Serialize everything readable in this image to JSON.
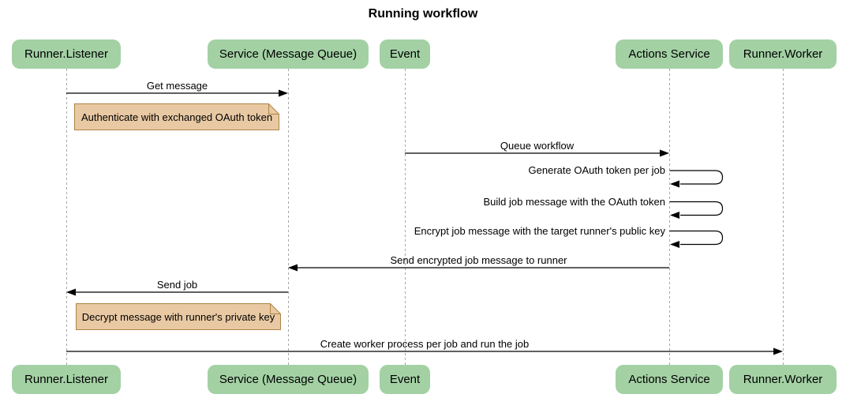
{
  "diagram": {
    "type": "sequence",
    "title": "Running workflow",
    "participants": [
      {
        "name": "Runner.Listener"
      },
      {
        "name": "Service (Message Queue)"
      },
      {
        "name": "Event"
      },
      {
        "name": "Actions Service"
      },
      {
        "name": "Runner.Worker"
      }
    ],
    "messages": [
      {
        "kind": "message",
        "from": "Runner.Listener",
        "to": "Service (Message Queue)",
        "label": "Get message"
      },
      {
        "kind": "note",
        "over": "Runner.Listener",
        "label": "Authenticate with exchanged OAuth token"
      },
      {
        "kind": "message",
        "from": "Event",
        "to": "Actions Service",
        "label": "Queue workflow"
      },
      {
        "kind": "self",
        "participant": "Actions Service",
        "label": "Generate OAuth token per job"
      },
      {
        "kind": "self",
        "participant": "Actions Service",
        "label": "Build job message with the OAuth token"
      },
      {
        "kind": "self",
        "participant": "Actions Service",
        "label": "Encrypt job message with the target runner's public key"
      },
      {
        "kind": "message",
        "from": "Actions Service",
        "to": "Service (Message Queue)",
        "label": "Send encrypted job message to runner"
      },
      {
        "kind": "message",
        "from": "Service (Message Queue)",
        "to": "Runner.Listener",
        "label": "Send job"
      },
      {
        "kind": "note",
        "over": "Runner.Listener",
        "label": "Decrypt message with runner's private key"
      },
      {
        "kind": "message",
        "from": "Runner.Listener",
        "to": "Runner.Worker",
        "label": "Create worker process per job and run the job"
      }
    ],
    "colors": {
      "participant_fill": "#A3D1A4",
      "note_fill": "#E9C9A3",
      "note_border": "#AE8445",
      "lifeline": "#A6A6A6",
      "arrow": "#000000",
      "background": "#FFFFFF"
    }
  }
}
